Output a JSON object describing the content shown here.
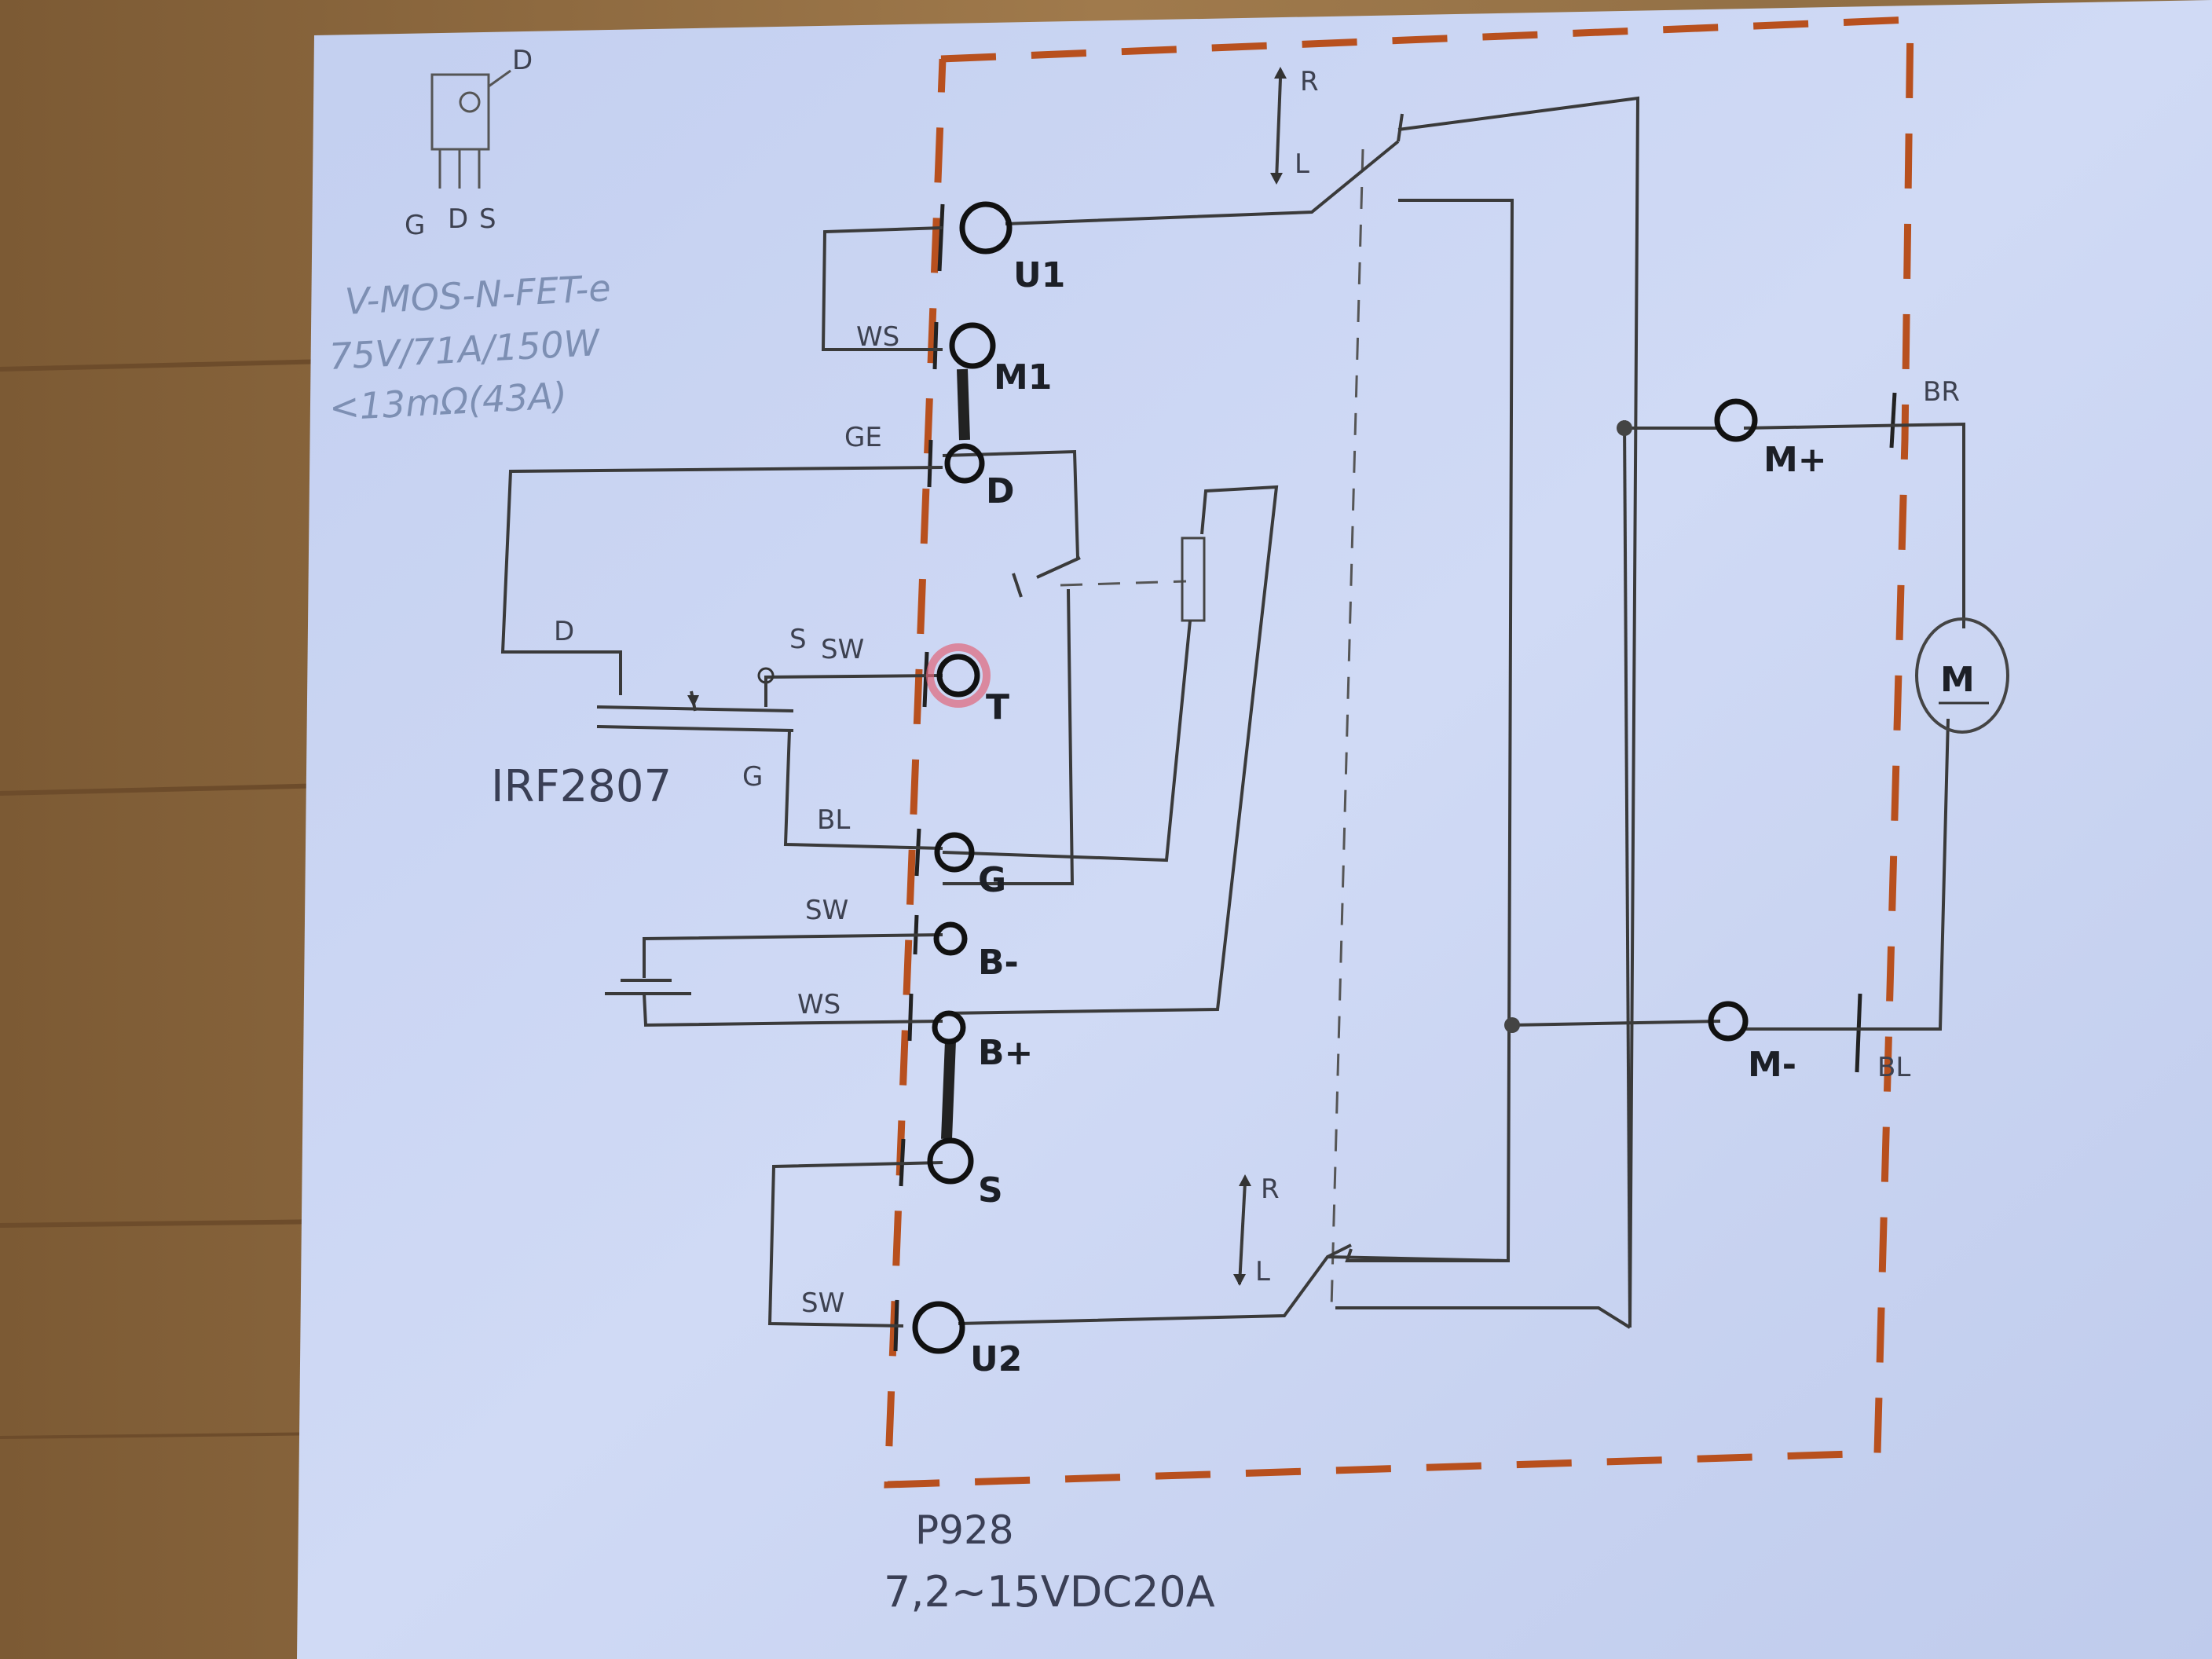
{
  "component": {
    "pins": [
      "G",
      "D",
      "S"
    ],
    "tab_label": "D",
    "type_label": "V-MOS-N-FET-e",
    "rating_label": "75V/71A/150W",
    "rds_label": "<13mΩ(43A)"
  },
  "device": {
    "part_label": "IRF2807",
    "pin_d_label": "D",
    "pin_s_label": "S",
    "pin_g_label": "G"
  },
  "terminals": [
    {
      "id": "u1",
      "label": "U1"
    },
    {
      "id": "m1",
      "label": "M1"
    },
    {
      "id": "d",
      "label": "D"
    },
    {
      "id": "t",
      "label": "T"
    },
    {
      "id": "g",
      "label": "G"
    },
    {
      "id": "bminus",
      "label": "B-"
    },
    {
      "id": "bplus",
      "label": "B+"
    },
    {
      "id": "s",
      "label": "S"
    },
    {
      "id": "u2",
      "label": "U2"
    }
  ],
  "wire_colors": {
    "ws_top": "WS",
    "ge": "GE",
    "sw_mid": "SW",
    "bl": "BL",
    "sw_batt": "SW",
    "ws_batt": "WS",
    "sw_bottom": "SW"
  },
  "switch": {
    "r_top": "R",
    "l_top": "L",
    "r_bottom": "R",
    "l_bottom": "L"
  },
  "motor": {
    "symbol": "M",
    "plus_label": "M+",
    "minus_label": "M-",
    "br_label": "BR",
    "bl_label": "BL"
  },
  "footer": {
    "model": "P928",
    "spec": "7,2~15VDC20A"
  },
  "colors": {
    "paper": "#c9d4f2",
    "box_dash": "#b8501e",
    "pencil": "#3a3a3a",
    "t_highlight": "#e0667a"
  }
}
